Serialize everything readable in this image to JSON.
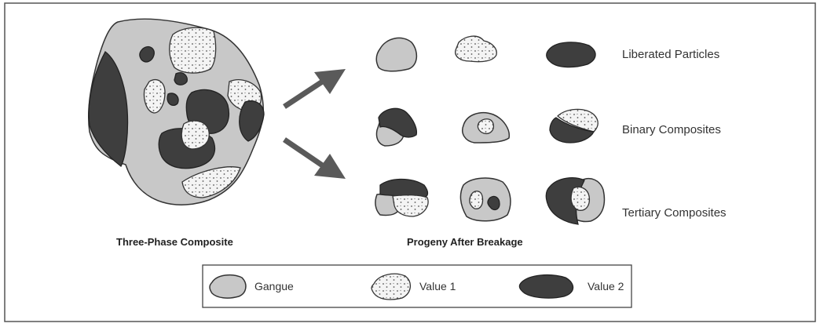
{
  "rows": [
    {
      "label": "Liberated Particles"
    },
    {
      "label": "Binary Composites"
    },
    {
      "label": "Tertiary Composites"
    }
  ],
  "captions": {
    "left": "Three-Phase Composite",
    "right": "Progeny After Breakage"
  },
  "legend": {
    "gangue": "Gangue",
    "value1": "Value 1",
    "value2": "Value 2"
  },
  "colors": {
    "gangue": "#c8c8c8",
    "value2": "#3e3e3e",
    "arrow": "#5a5a5a"
  }
}
